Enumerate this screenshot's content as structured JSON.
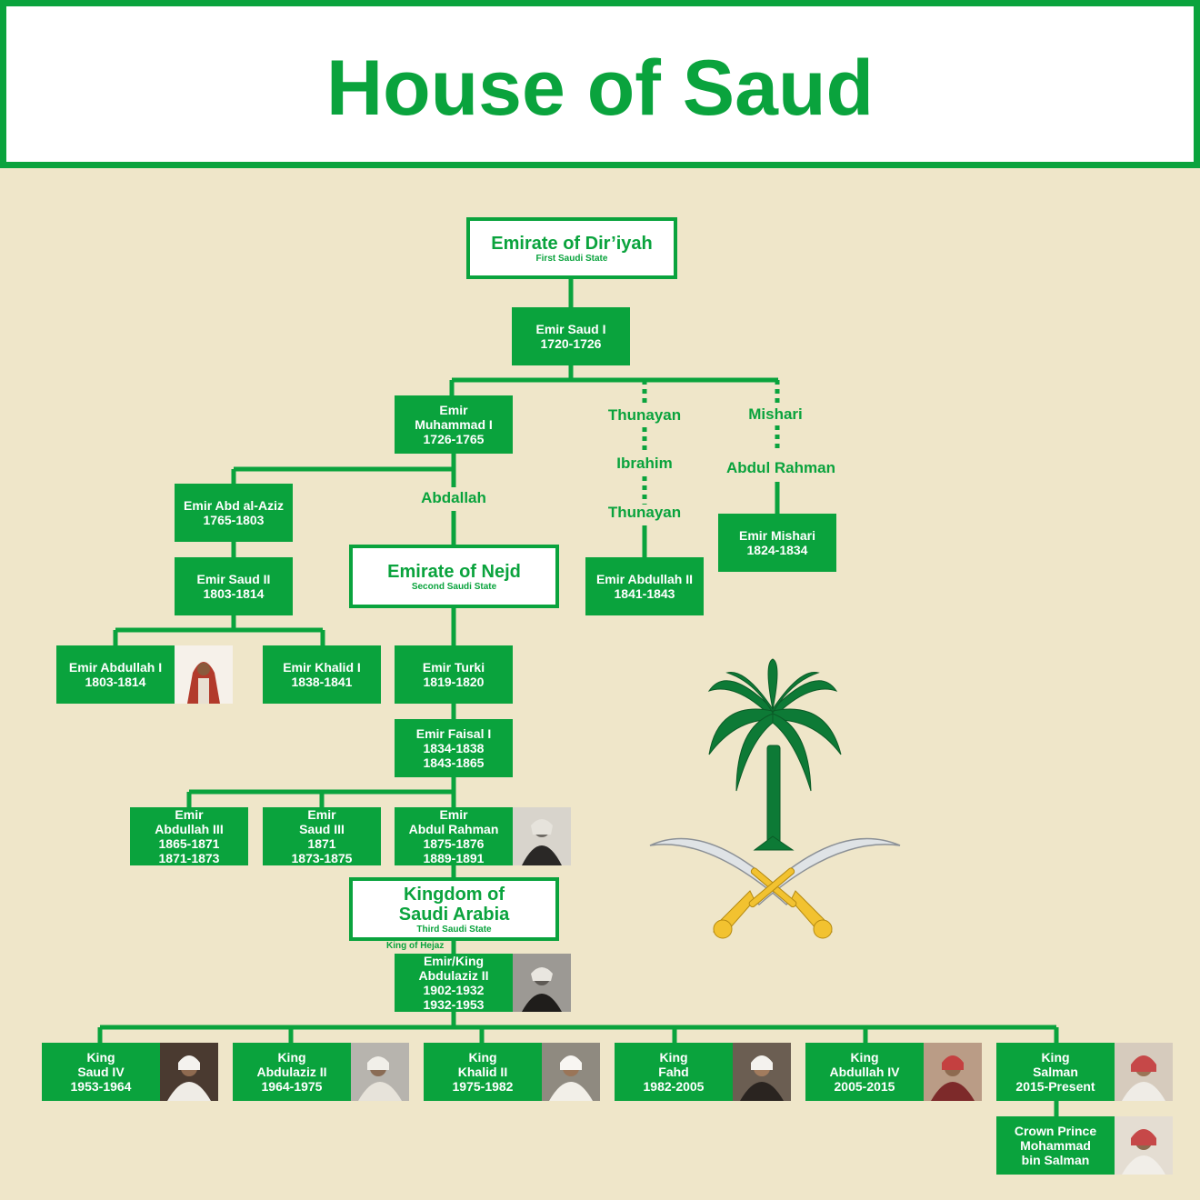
{
  "title": "House of Saud",
  "colors": {
    "green": "#0aa33d",
    "background": "#efe6c9",
    "white": "#ffffff",
    "emblem_green": "#0d7a36",
    "emblem_gold": "#f2c230"
  },
  "states": {
    "first": {
      "name": "Emirate of Dir’iyah",
      "subtitle": "First Saudi State"
    },
    "second": {
      "name": "Emirate of Nejd",
      "subtitle": "Second Saudi State"
    },
    "third": {
      "name_lines": [
        "Kingdom of",
        "Saudi Arabia"
      ],
      "subtitle": "Third Saudi State"
    }
  },
  "rulers": {
    "saud1": [
      "Emir Saud I",
      "1720-1726"
    ],
    "muhammad1": [
      "Emir",
      "Muhammad I",
      "1726-1765"
    ],
    "abdulaziz1": [
      "Emir Abd al-Aziz",
      "1765-1803"
    ],
    "saud2": [
      "Emir Saud II",
      "1803-1814"
    ],
    "abdullah1": [
      "Emir Abdullah I",
      "1803-1814"
    ],
    "khalid1": [
      "Emir Khalid I",
      "1838-1841"
    ],
    "turki": [
      "Emir Turki",
      "1819-1820"
    ],
    "faisal1": [
      "Emir Faisal I",
      "1834-1838",
      "1843-1865"
    ],
    "abdullah3": [
      "Emir",
      "Abdullah III",
      "1865-1871",
      "1871-1873"
    ],
    "saud3": [
      "Emir",
      "Saud III",
      "1871",
      "1873-1875"
    ],
    "abdulrahman": [
      "Emir",
      "Abdul Rahman",
      "1875-1876",
      "1889-1891"
    ],
    "abdulaziz2": [
      "Emir/King",
      "Abdulaziz II",
      "1902-1932",
      "1932-1953"
    ],
    "abdullah2": [
      "Emir Abdullah II",
      "1841-1843"
    ],
    "mishari_emir": [
      "Emir Mishari",
      "1824-1834"
    ]
  },
  "kings": {
    "saud4": [
      "King",
      "Saud IV",
      "1953-1964"
    ],
    "faisal2": [
      "King",
      "Abdulaziz II",
      "1964-1975"
    ],
    "khalid2": [
      "King",
      "Khalid II",
      "1975-1982"
    ],
    "fahd": [
      "King",
      "Fahd",
      "1982-2005"
    ],
    "abdullah4": [
      "King",
      "Abdullah IV",
      "2005-2015"
    ],
    "salman": [
      "King",
      "Salman",
      "2015-Present"
    ],
    "crown": [
      "Crown Prince",
      "Mohammad",
      "bin Salman"
    ]
  },
  "labels": {
    "abdallah": "Abdallah",
    "thunayan1": "Thunayan",
    "ibrahim": "Ibrahim",
    "thunayan2": "Thunayan",
    "mishari": "Mishari",
    "abdul_rahman": "Abdul Rahman",
    "king_of_hejaz": "King of Hejaz"
  }
}
